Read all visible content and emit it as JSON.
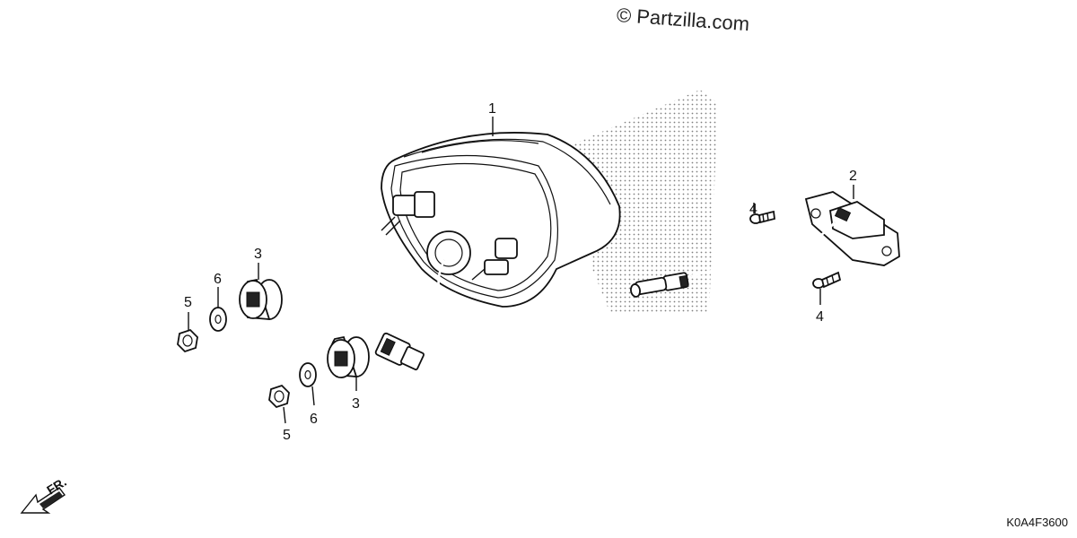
{
  "watermark": "© Partzilla.com",
  "diagram_code": "K0A4F3600",
  "front_indicator": "FR.",
  "callouts": {
    "tail_light": "1",
    "license_light": "2",
    "grommet_left": "3",
    "grommet_right": "3",
    "screw_upper": "4",
    "screw_lower": "4",
    "nut_left": "5",
    "nut_right": "5",
    "washer_left": "6",
    "washer_right": "6"
  }
}
